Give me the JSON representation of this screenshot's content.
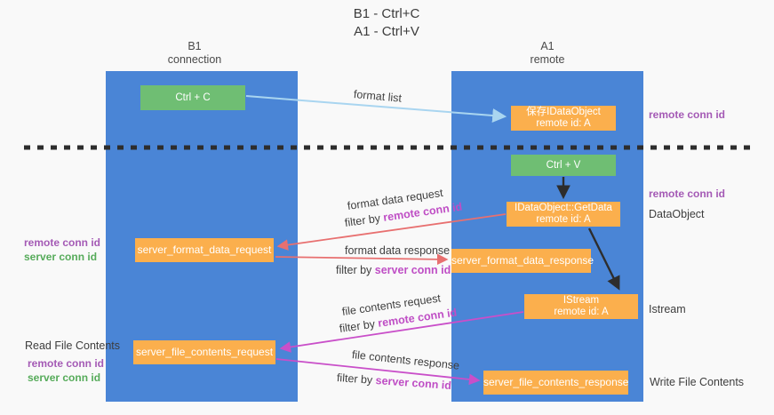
{
  "title": {
    "line1": "B1 - Ctrl+C",
    "line2": "A1 - Ctrl+V"
  },
  "lanes": {
    "left": {
      "name": "B1",
      "sub": "connection"
    },
    "right": {
      "name": "A1",
      "sub": "remote"
    }
  },
  "nodes": {
    "ctrl_c": "Ctrl + C",
    "ctrl_v": "Ctrl + V",
    "save_obj": {
      "line1": "保存IDataObject",
      "line2": "remote id: A"
    },
    "getdata": {
      "line1": "IDataObject::GetData",
      "line2": "remote id: A"
    },
    "istream": {
      "line1": "IStream",
      "line2": "remote id: A"
    },
    "format_request": "server_format_data_request",
    "format_response": "server_format_data_response",
    "file_request": "server_file_contents_request",
    "file_response": "server_file_contents_response"
  },
  "arrow_labels": {
    "format_list": "format list",
    "format_data_request": "format data request",
    "filter_remote_1": {
      "prefix": "filter by ",
      "key": "remote conn id"
    },
    "format_data_response": "format data response",
    "filter_server_1": {
      "prefix": "filter by ",
      "key": "server conn id"
    },
    "file_contents_request": "file contents request",
    "filter_remote_2": {
      "prefix": "filter by ",
      "key": "remote conn id"
    },
    "file_contents_response": "file contents response",
    "filter_server_2": {
      "prefix": "filter by ",
      "key": "server conn id"
    }
  },
  "side_labels": {
    "remote_conn_id_top": "remote conn id",
    "remote_conn_id_mid": "remote conn id",
    "dataobject": "DataObject",
    "istream": "Istream",
    "write_file_contents": "Write File Contents",
    "read_file_contents": "Read File Contents",
    "mid_remote": "remote conn id",
    "mid_server": "server conn id",
    "bottom_remote": "remote conn id",
    "bottom_server": "server conn id"
  },
  "colors": {
    "lane_blue": "#4a85d6",
    "box_green": "#6fbe73",
    "box_orange": "#fbaf4d",
    "arrow_lightblue": "#a9d5f0",
    "arrow_salmon": "#e87070",
    "arrow_magenta": "#c94fc9",
    "arrow_black": "#2d2d2d",
    "text_purple": "#a45ab5",
    "text_green": "#56ab5a",
    "dashed_line": "#2d2d2d"
  }
}
